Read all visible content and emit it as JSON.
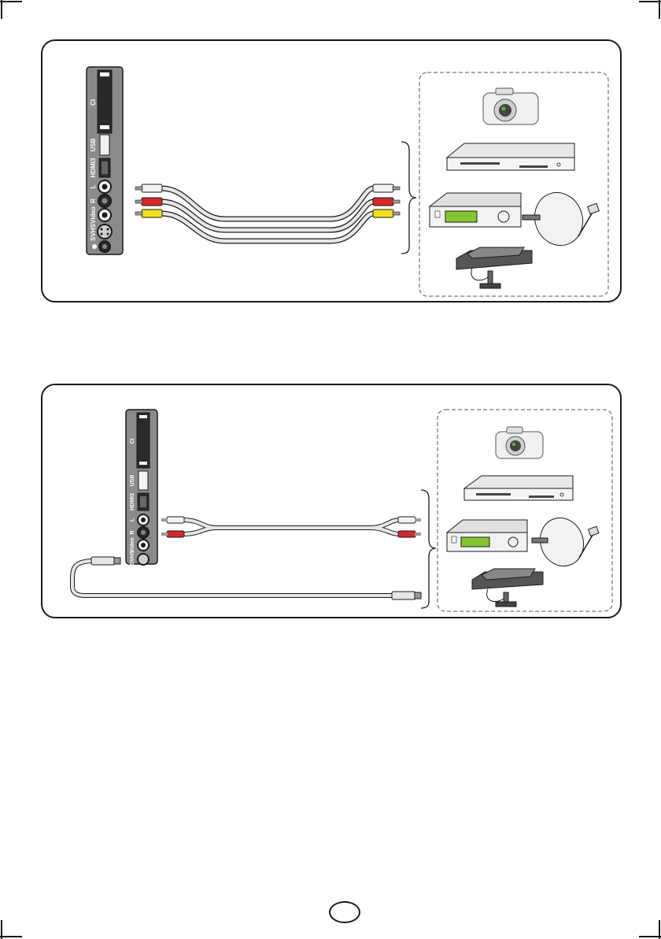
{
  "colors": {
    "outline": "#1a1a1a",
    "panel": "#888888",
    "port_dark": "#2a2a2a",
    "plug_white": "#f2f2f2",
    "plug_red": "#d42a2a",
    "plug_yellow": "#f2e020",
    "cable": "#e6e6e6",
    "lcd": "#86c532"
  },
  "diagrams": [
    {
      "name": "av-connection",
      "ports": [
        "CI",
        "USB",
        "HDMI3",
        "L",
        "R",
        "Video",
        "SVHS"
      ],
      "cable": "rca-3",
      "devices": [
        "camera-icon",
        "dvd-player-icon",
        "satellite-receiver-icon",
        "satellite-dish-icon",
        "set-top-box-icon"
      ]
    },
    {
      "name": "svhs-connection",
      "ports": [
        "CI",
        "USB",
        "HDMI3",
        "L",
        "R",
        "Video",
        "SVHS"
      ],
      "cable": "rca-2-plus-svhs",
      "devices": [
        "camera-icon",
        "dvd-player-icon",
        "satellite-receiver-icon",
        "satellite-dish-icon",
        "set-top-box-icon"
      ]
    }
  ]
}
